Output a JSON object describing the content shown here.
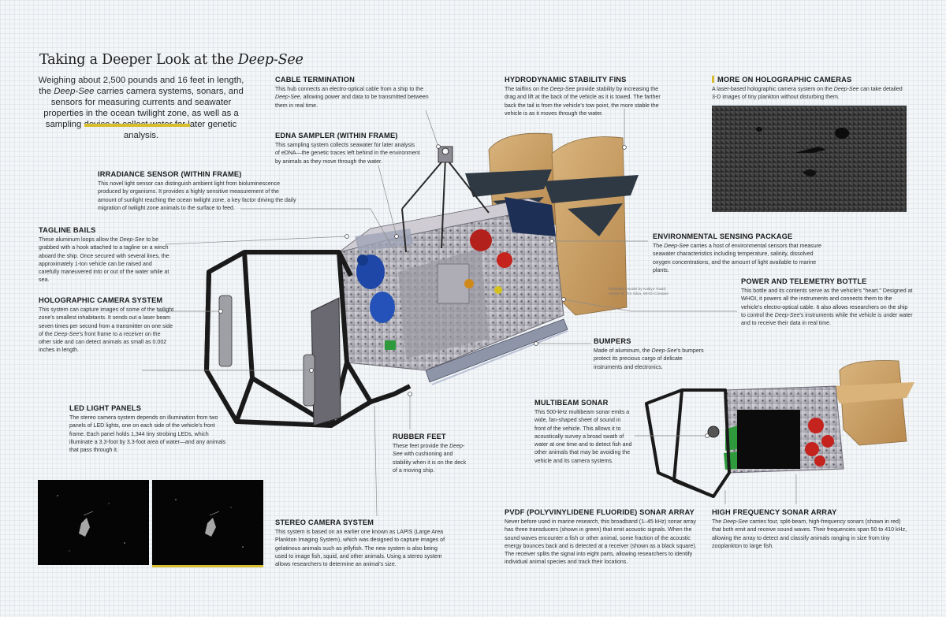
{
  "title": {
    "prefix": "Taking a Deeper Look at the ",
    "italic": "Deep-See"
  },
  "intro": {
    "p1": "Weighing about 2,500 pounds and 16 feet in length, the ",
    "p1_italic": "Deep-See",
    "p2": " carries camera systems, sonars, and sensors for measuring currents and seawater properties in the ocean twilight zone, as well as a sampling device to collect water for later genetic analysis."
  },
  "callouts": {
    "cable": {
      "title": "CABLE TERMINATION",
      "t1": "This hub connects an electro-optical cable from a ship to the ",
      "i1": "Deep-See",
      "t2": ", allowing power and data to be transmitted between them in real time."
    },
    "edna": {
      "title": "eDNA SAMPLER (WITHIN FRAME)",
      "text": "This sampling system collects seawater for later analysis of eDNA—the genetic traces left behind in the environment by animals as they move through the water."
    },
    "irradiance": {
      "title": "IRRADIANCE SENSOR (WITHIN FRAME)",
      "text": "This novel light sensor can distinguish ambient light from bioluminescence produced by organisms. It provides a highly sensitive measurement of the amount of sunlight reaching the ocean twilight zone, a key factor driving the daily migration of twilight zone animals to the surface to feed."
    },
    "tagline": {
      "title": "TAGLINE BAILS",
      "t1": "These aluminum loops allow the ",
      "i1": "Deep-See",
      "t2": " to be grabbed with a hook attached to a tagline on a winch aboard the ship. Once secured with several lines, the approximately 1-ton vehicle can be raised and carefully maneuvered into or out of the water while at sea."
    },
    "holo": {
      "title": "HOLOGRAPHIC CAMERA SYSTEM",
      "t1": "This system can capture images of some of the twilight zone's smallest inhabitants. It sends out a laser beam seven times per second from a transmitter on one side of the ",
      "i1": "Deep-See",
      "t2": "'s front frame to a receiver on the other side and can detect animals as small as 0.002 inches in length."
    },
    "led": {
      "title": "LED LIGHT PANELS",
      "text": "The stereo camera system depends on illumination from two panels of LED lights, one on each side of the vehicle's front frame. Each panel holds 1,344 tiny strobing LEDs, which illuminate a 3.3-foot by 3.3-foot area of water—and any animals that pass through it."
    },
    "rubber": {
      "title": "RUBBER FEET",
      "t1": "These feet provide the ",
      "i1": "Deep-See",
      "t2": " with cushioning and stability when it is on the deck of a moving ship."
    },
    "stereo": {
      "title": "STEREO CAMERA SYSTEM",
      "text": "This system is based on an earlier one known as LAPIS (Large Area Plankton Imaging System), which was designed to capture images of gelatinous animals such as jellyfish. The new system is also being used to image fish, squid, and other animals. Using a stereo system allows researchers to determine an animal's size."
    },
    "fins": {
      "title": "HYDRODYNAMIC STABILITY FINS",
      "t1": "The tailfins on the ",
      "i1": "Deep-See",
      "t2": " provide stability by increasing the drag and lift at the back of the vehicle as it is towed. The farther back the tail is from the vehicle's tow point, the more stable the vehicle is as it moves through the water."
    },
    "more_holo": {
      "title": "MORE ON HOLOGRAPHIC CAMERAS",
      "t1": "A laser-based holographic camera system on the ",
      "i1": "Deep-See",
      "t2": " can take detailed 3-D images of tiny plankton without disturbing them."
    },
    "env": {
      "title": "ENVIRONMENTAL SENSING PACKAGE",
      "t1": "The ",
      "i1": "Deep-See",
      "t2": " carries a host of environmental sensors that measure seawater characteristics including temperature, salinity, dissolved oxygen concentrations, and the amount of light available to marine plants."
    },
    "power": {
      "title": "POWER AND TELEMETRY BOTTLE",
      "t1": "This bottle and its contents serve as the vehicle's \"heart.\" Designed at WHOI, it powers all the instruments and connects them to the vehicle's electro-optical cable. It also allows researchers on the ship to control the ",
      "i1": "Deep-See",
      "t2": "'s instruments while the vehicle is under water and to receive their data in real time."
    },
    "bumpers": {
      "title": "BUMPERS",
      "t1": "Made of aluminum, the ",
      "i1": "Deep-See",
      "t2": "'s bumpers protect its precious cargo of delicate instruments and electronics."
    },
    "multibeam": {
      "title": "MULTIBEAM SONAR",
      "text": "This 500-kHz multibeam sonar emits a wide, fan-shaped sheet of sound in front of the vehicle. This allows it to acoustically survey a broad swath of water at one time and to detect fish and other animals that may be avoiding the vehicle and its camera systems."
    },
    "pvdf": {
      "title": "PVDF (POLYVINYLIDENE FLUORIDE) SONAR ARRAY",
      "text": "Never before used in marine research, this broadband (1–45 kHz) sonar array has three transducers (shown in green) that emit acoustic signals. When the sound waves encounter a fish or other animal, some fraction of the acoustic energy bounces back and is detected at a receiver (shown as a black square). The receiver splits the signal into eight parts, allowing researchers to identify individual animal species and track their locations."
    },
    "hf": {
      "title": "HIGH FREQUENCY SONAR ARRAY",
      "t1": "The ",
      "i1": "Deep-See",
      "t2": " carries four, split-beam, high-frequency sonars (shown in red) that both emit and receive sound waves. Their frequencies span 50 to 410 kHz, allowing the array to detect and classify animals ranging in size from tiny zooplankton to large fish."
    }
  },
  "credit": {
    "line1": "Illustration model by Kaitlyn Tradd;",
    "line2": "render by Tim Silva, WHOI Creative"
  },
  "colors": {
    "accent_yellow": "#d8be2c",
    "fin_tan": "#c9a064",
    "frame_black": "#1a1a1a",
    "sonar_red": "#c4231e",
    "transducer_green": "#2f9a3c",
    "chassis_gray": "#b9b7bd"
  }
}
